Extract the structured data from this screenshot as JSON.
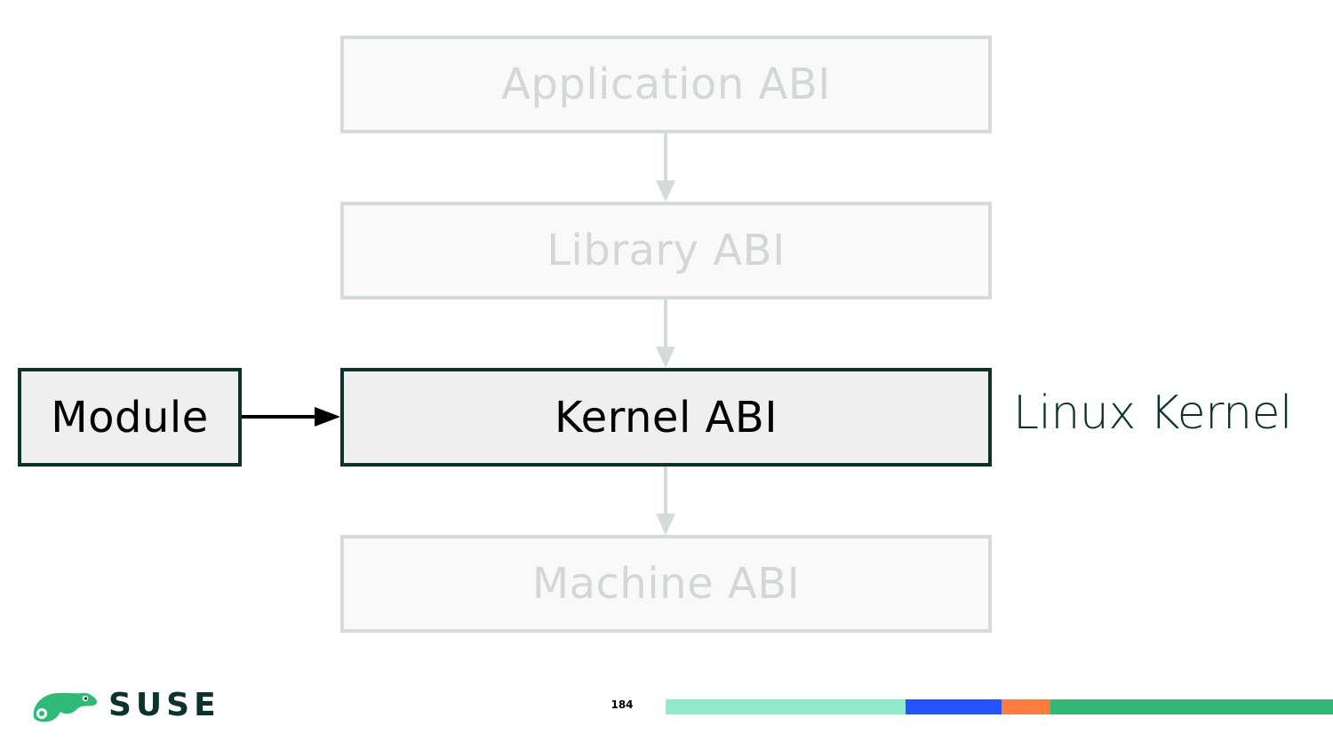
{
  "diagram": {
    "boxes": {
      "application": "Application ABI",
      "library": "Library ABI",
      "kernel": "Kernel ABI",
      "machine": "Machine ABI",
      "module": "Module"
    },
    "side_label": "Linux Kernel"
  },
  "footer": {
    "logo_text": "SUSE",
    "page_number": "184",
    "color_bar": [
      "#90ebcd",
      "#2453ff",
      "#fe7c3f",
      "#30ba78"
    ]
  },
  "colors": {
    "active_border": "#0c322c",
    "faded_border": "#d5dbd9",
    "faded_text": "#d3d8d6",
    "brand_green": "#30ba78"
  }
}
